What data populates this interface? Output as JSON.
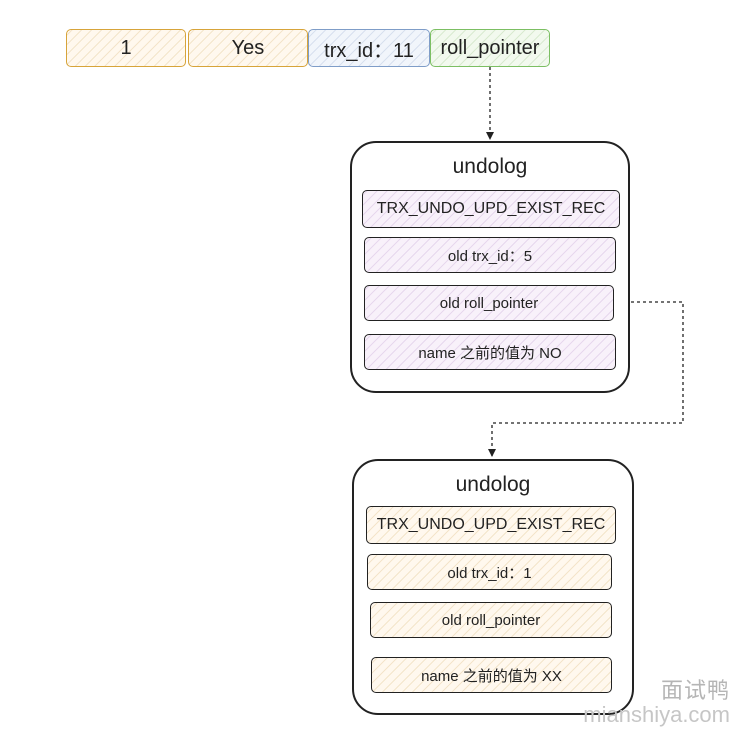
{
  "row": {
    "cell_1": "1",
    "cell_2": "Yes",
    "cell_3": "trx_id：11",
    "cell_4": "roll_pointer"
  },
  "undolog_1": {
    "title": "undolog",
    "type": "TRX_UNDO_UPD_EXIST_REC",
    "old_trx_id": "old trx_id：5",
    "old_roll_pointer": "old roll_pointer",
    "name_before": "name 之前的值为 NO"
  },
  "undolog_2": {
    "title": "undolog",
    "type": "TRX_UNDO_UPD_EXIST_REC",
    "old_trx_id": "old trx_id：1",
    "old_roll_pointer": "old roll_pointer",
    "name_before": "name 之前的值为 XX"
  },
  "watermark": {
    "cn": "面试鸭",
    "en": "mianshiya.com"
  },
  "colors": {
    "orange": "#d7a43a",
    "blue": "#7f9dc8",
    "green": "#7cbf63",
    "purple": "#b48bc8"
  }
}
